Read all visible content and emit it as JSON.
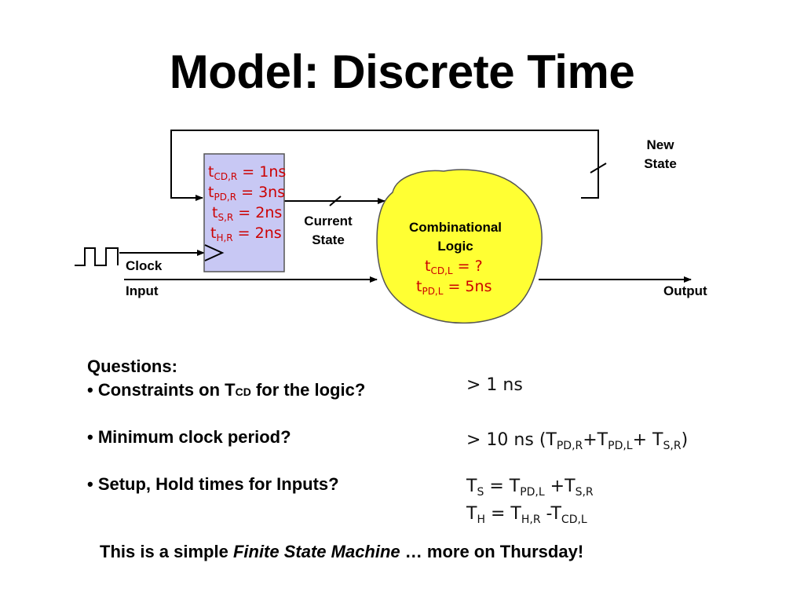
{
  "title": "Model: Discrete Time",
  "diagram": {
    "register": {
      "params": [
        {
          "sym": "t",
          "sub": "CD,R",
          "rest": " = 1ns"
        },
        {
          "sym": "t",
          "sub": "PD,R",
          "rest": " = 3ns"
        },
        {
          "sym": "t",
          "sub": "S,R",
          "rest": " = 2ns"
        },
        {
          "sym": "t",
          "sub": "H,R",
          "rest": " = 2ns"
        }
      ]
    },
    "new_state_label": [
      "New",
      "State"
    ],
    "current_state_label": [
      "Current",
      "State"
    ],
    "clock_label": "Clock",
    "input_label": "Input",
    "output_label": "Output",
    "logic": {
      "label": [
        "Combinational",
        "Logic"
      ],
      "params": [
        {
          "sym": "t",
          "sub": "CD,L",
          "rest": " = ?"
        },
        {
          "sym": "t",
          "sub": "PD,L",
          "rest": " = 5ns"
        }
      ]
    },
    "colors": {
      "register_fill": "#c8c8f4",
      "logic_fill": "#ffff33",
      "param_text": "#cc0000"
    }
  },
  "questions": {
    "heading": "Questions:",
    "q1_pre": "• Constraints on T",
    "q1_sub": "CD",
    "q1_post": " for the logic?",
    "q2": "• Minimum clock period?",
    "q3": "• Setup, Hold times for Inputs?"
  },
  "answers": {
    "a1": "> 1 ns",
    "a2_pre": "> 10 ns (T",
    "a2_s1": "PD,R",
    "a2_m1": "+T",
    "a2_s2": "PD,L",
    "a2_m2": "+ T",
    "a2_s3": "S,R",
    "a2_post": ")",
    "a3_pre": "T",
    "a3_s1": "S",
    "a3_m1": " = T",
    "a3_s2": "PD,L",
    "a3_m2": " +T",
    "a3_s3": "S,R",
    "a4_pre": "T",
    "a4_s1": "H",
    "a4_m1": " = T",
    "a4_s2": "H,R",
    "a4_m2": " -T",
    "a4_s3": "CD,L"
  },
  "footer": {
    "pre": "This is a simple ",
    "italic": "Finite State Machine",
    "post": " … more on Thursday!"
  }
}
